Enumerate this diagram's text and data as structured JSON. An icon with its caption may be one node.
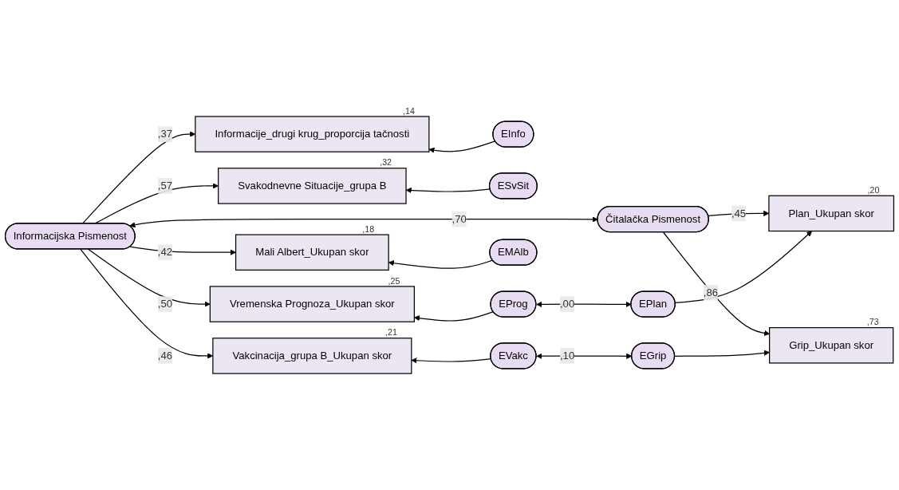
{
  "diagram": {
    "nodes": [
      {
        "text": [
          "Informacijska Pismenost"
        ]
      },
      {
        "text": [
          "Čitalačka Pismenost"
        ]
      },
      {
        "text": [
          "Informacije_drugi krug_proporcija tačnosti"
        ],
        "beside": [
          ",14"
        ]
      },
      {
        "text": [
          "Svakodnevne Situacije_grupa B"
        ],
        "beside": [
          ",32"
        ]
      },
      {
        "text": [
          "Vremenska Prognoza_Ukupan skor"
        ],
        "beside": [
          ",25"
        ]
      },
      {
        "text": [
          "Mali Albert_Ukupan skor"
        ],
        "beside": [
          ",18"
        ]
      },
      {
        "text": [
          "Vakcinacija_grupa B_Ukupan skor"
        ],
        "beside": [
          ",21"
        ]
      },
      {
        "text": [
          "Plan_Ukupan skor"
        ],
        "beside": [
          ",20"
        ]
      },
      {
        "text": [
          "Grip_Ukupan skor"
        ],
        "beside": [
          ",73"
        ]
      },
      {
        "text": [
          "EInfo"
        ]
      },
      {
        "text": [
          "ESvSit"
        ]
      },
      {
        "text": [
          "EProg"
        ]
      },
      {
        "text": [
          "EMAlb"
        ]
      },
      {
        "text": [
          "EVakc"
        ]
      },
      {
        "text": [
          "EPlan"
        ]
      },
      {
        "text": [
          "EGrip"
        ]
      }
    ],
    "edges": [
      {
        "from": 0,
        "to": 2,
        "arrow": "to",
        "label": ",37"
      },
      {
        "from": 0,
        "to": 3,
        "arrow": "to",
        "label": ",57"
      },
      {
        "from": 0,
        "to": 4,
        "arrow": "to",
        "label": ",50"
      },
      {
        "from": 0,
        "to": 5,
        "arrow": "to",
        "label": ",42"
      },
      {
        "from": 0,
        "to": 6,
        "arrow": "to",
        "label": ",46"
      },
      {
        "from": 1,
        "to": 7,
        "arrow": "to",
        "label": ",45"
      },
      {
        "from": 1,
        "to": 8,
        "arrow": "to",
        "label": ",86"
      },
      {
        "from": 9,
        "to": 2,
        "arrow": "to"
      },
      {
        "from": 10,
        "to": 3,
        "arrow": "to"
      },
      {
        "from": 11,
        "to": 4,
        "arrow": "to"
      },
      {
        "from": 12,
        "to": 5,
        "arrow": "to"
      },
      {
        "from": 13,
        "to": 6,
        "arrow": "to"
      },
      {
        "from": 14,
        "to": 7,
        "arrow": "to"
      },
      {
        "from": 15,
        "to": 8,
        "arrow": "to"
      },
      {
        "from": 0,
        "to": 1,
        "arrow": "both",
        "label": ",70"
      },
      {
        "from": 11,
        "to": 14,
        "arrow": "both",
        "label": ",00"
      },
      {
        "from": 13,
        "to": 15,
        "arrow": "both",
        "label": ",10"
      }
    ]
  }
}
